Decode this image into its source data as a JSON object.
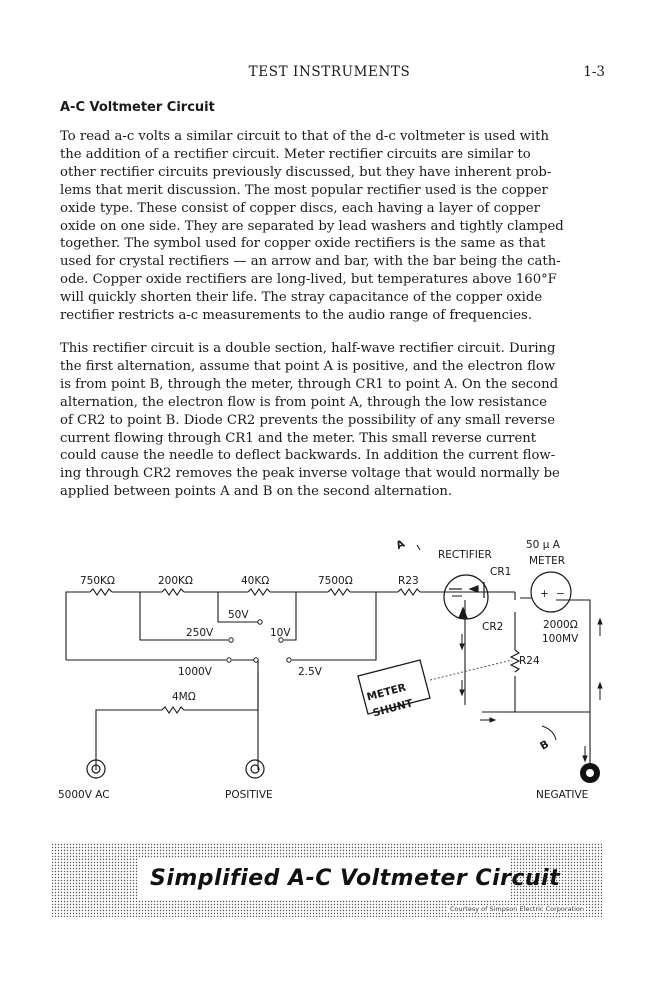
{
  "header": {
    "title": "TEST INSTRUMENTS",
    "page_number": "1-3"
  },
  "section_heading": "A-C Voltmeter Circuit",
  "paragraph1": [
    "To read a-c volts a similar circuit to that of the d-c voltmeter is used with",
    "the addition of a rectifier circuit. Meter rectifier circuits are similar to",
    "other rectifier circuits previously discussed, but they have inherent prob-",
    "lems that merit discussion. The most popular rectifier used is the copper",
    "oxide type. These consist of copper discs, each having a layer of copper",
    "oxide on one side. They are separated by lead washers and tightly clamped",
    "together. The symbol used for copper oxide rectifiers is the same as that",
    "used for crystal rectifiers — an arrow and bar, with the bar being the cath-",
    "ode. Copper oxide rectifiers are long-lived, but temperatures above 160°F",
    "will quickly shorten their life. The stray capacitance of the copper oxide",
    "rectifier restricts a-c measurements to the audio range of frequencies."
  ],
  "paragraph2": [
    "This rectifier circuit is a double section, half-wave rectifier circuit. During",
    "the first alternation, assume that point A is positive, and the electron flow",
    "is from point B, through the meter, through CR1 to point A. On the second",
    "alternation, the electron flow is from point A, through the low resistance",
    "of CR2 to point B. Diode CR2 prevents the possibility of any small reverse",
    "current flowing through CR1 and the meter. This small reverse current",
    "could cause the needle to deflect backwards. In addition the current flow-",
    "ing through CR2 removes the peak inverse voltage that would normally be",
    "applied between points A and B on the second alternation."
  ],
  "diagram": {
    "resistors": {
      "r750k": "750KΩ",
      "r200k": "200KΩ",
      "r40k": "40KΩ",
      "r7500": "7500Ω",
      "r23": "R23",
      "r4m": "4MΩ",
      "r24": "R24"
    },
    "ranges": {
      "v50": "50V",
      "v250": "250V",
      "v10": "10V",
      "v1000": "1000V",
      "v2_5": "2.5V"
    },
    "rectifier_label": "RECTIFIER",
    "cr1": "CR1",
    "cr2": "CR2",
    "meter_rating": "50 µ A",
    "meter_label": "METER",
    "meter_resistance": "2000Ω",
    "meter_mv": "100MV",
    "point_a": "A",
    "point_b": "B",
    "shunt_label_1": "METER",
    "shunt_label_2": "SHUNT",
    "plus": "+",
    "minus": "−",
    "terminals": {
      "ac5000": "5000V AC",
      "positive": "POSITIVE",
      "negative": "NEGATIVE"
    }
  },
  "caption": {
    "title": "Simplified A-C Voltmeter Circuit",
    "credit": "Courtesy of Simpson Electric Corporation"
  }
}
